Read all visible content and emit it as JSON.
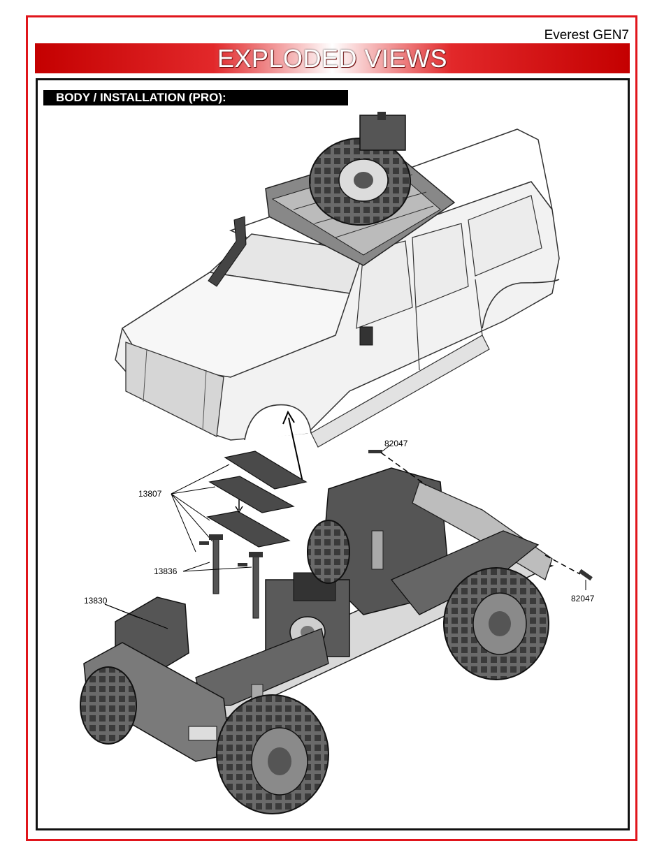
{
  "header": {
    "model_name": "Everest GEN7",
    "banner_title": "EXPLODED VIEWS",
    "section_title": "BODY / INSTALLATION (PRO):"
  },
  "parts": {
    "left_panels": "13807",
    "posts": "13836",
    "front_cover": "13830",
    "pin_top": "82047",
    "pin_bottom": "82047"
  },
  "colors": {
    "accent_red": "#e0151b",
    "banner_dark_red": "#c40000",
    "frame_black": "#111111"
  }
}
